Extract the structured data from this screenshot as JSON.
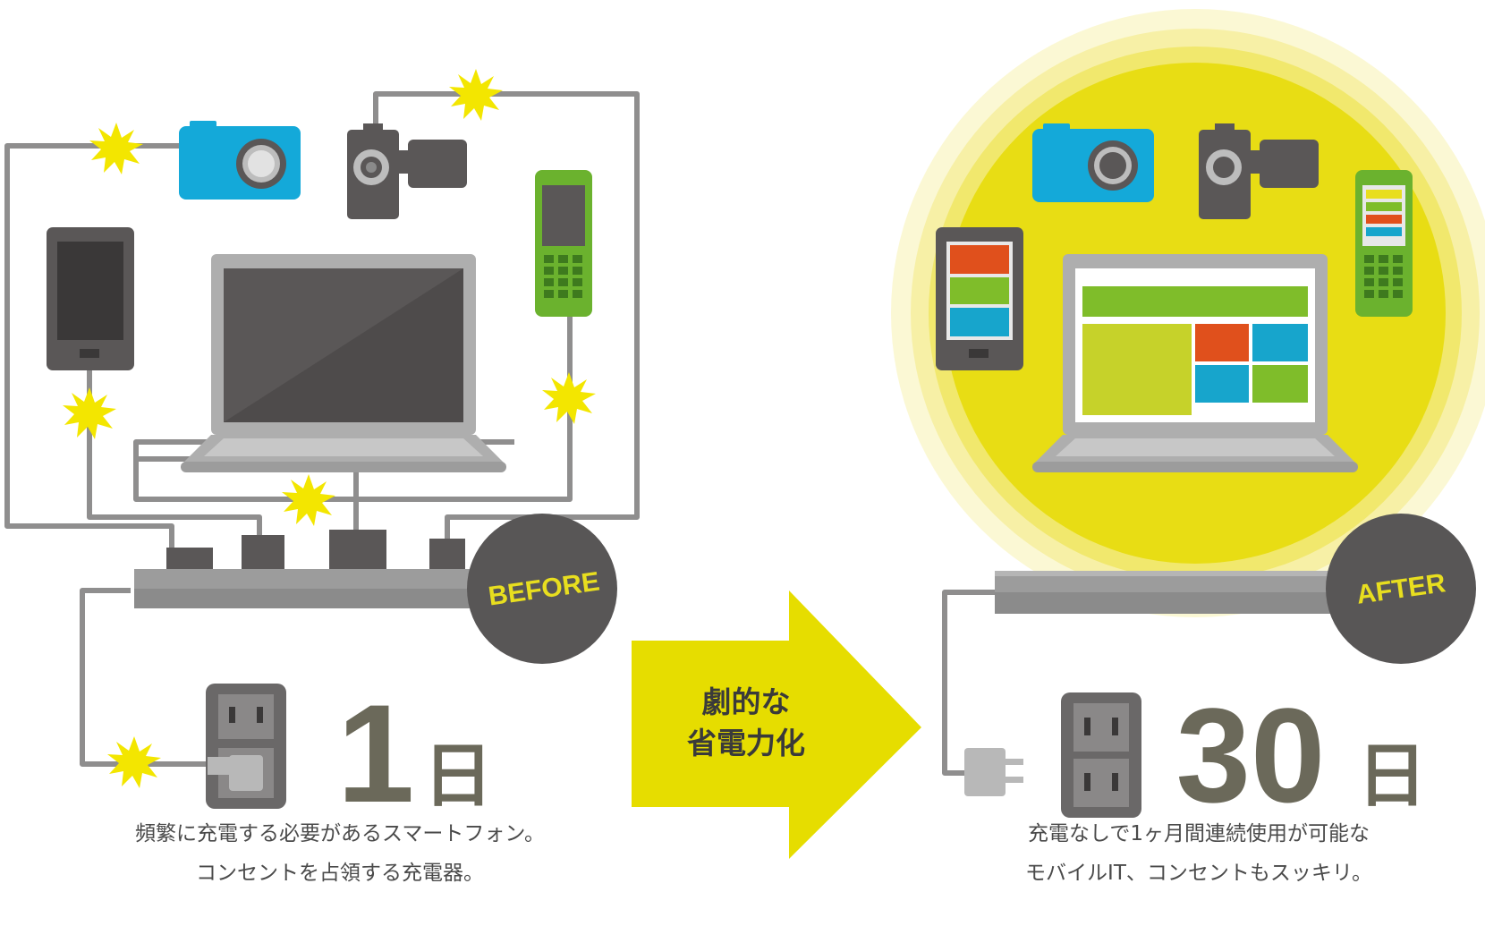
{
  "before": {
    "badge": "BEFORE",
    "number": "1",
    "unit": "日",
    "caption_line1": "頻繁に充電する必要があるスマートフォン。",
    "caption_line2": "コンセントを占領する充電器。"
  },
  "center_arrow": {
    "line1": "劇的な",
    "line2": "省電力化"
  },
  "after": {
    "badge": "AFTER",
    "number": "30",
    "unit": "日",
    "caption_line1": "充電なしで1ヶ月間連続使用が可能な",
    "caption_line2": "モバイルIT、コンセントもスッキリ。"
  },
  "colors": {
    "yellow_accent": "#e8de1f",
    "spark_yellow": "#f3e600",
    "camera_blue": "#14a9d9",
    "phone_green": "#6bb22e",
    "tile_orange": "#e0501c",
    "tile_green": "#7fbd2a",
    "tile_blue": "#17a5cc",
    "device_gray": "#5a5757",
    "badge_dark": "#585656"
  }
}
